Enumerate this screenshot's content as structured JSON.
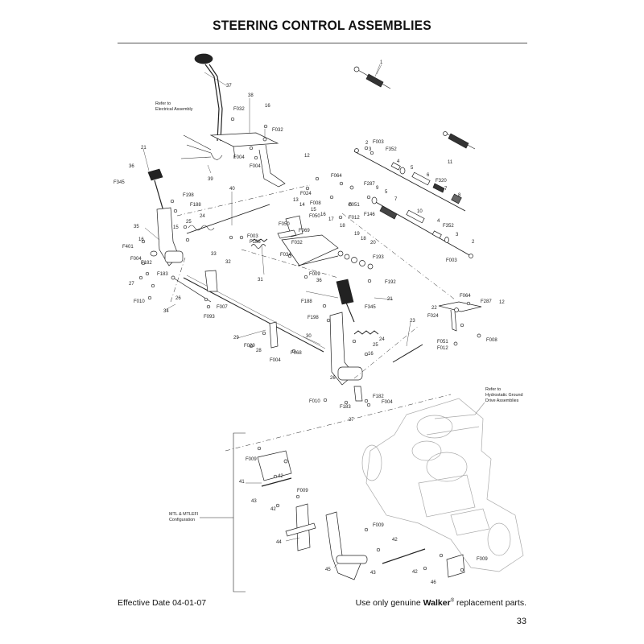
{
  "title": "STEERING CONTROL ASSEMBLIES",
  "footer": {
    "effective_date": "Effective Date 04-01-07",
    "tagline_prefix": "Use only genuine ",
    "tagline_brand": "Walker",
    "tagline_reg": "®",
    "tagline_suffix": " replacement parts.",
    "page_number": "33"
  },
  "notes": {
    "electrical_1": "Refer to",
    "electrical_2": "Electrical Assembly",
    "hydro_1": "Refer to",
    "hydro_2": "Hydrostatic Ground",
    "hydro_3": "Drive Assemblies",
    "mtl_1": "MTL & MTLEFI",
    "mtl_2": "Configuration"
  },
  "labels": {
    "p1": "1",
    "p2a": "2",
    "p3a": "3",
    "f003a": "F003",
    "f352a": "F352",
    "p4a": "4",
    "p5a": "5",
    "p6": "6",
    "p7a": "7",
    "p8": "8",
    "p11": "11",
    "f320": "F320",
    "p10": "10",
    "p4b": "4",
    "f352b": "F352",
    "p3b": "3",
    "p2b": "2",
    "f003b": "F003",
    "p9": "9",
    "p5b": "5",
    "p7b": "7",
    "f287a": "F287",
    "f146": "F146",
    "p37": "37",
    "p38": "38",
    "f032a": "F032",
    "p16a": "16",
    "f032b": "F032",
    "f004a": "F004",
    "f004b": "F004",
    "p39": "39",
    "p12a": "12",
    "f024a": "F024",
    "f064a": "F064",
    "f051": "F051",
    "f012a": "F012",
    "f008a": "F008",
    "p21a": "21",
    "p36a": "36",
    "f345a": "F345",
    "f198a": "F198",
    "f188a": "F188",
    "p40": "40",
    "p24a": "24",
    "p25a": "25",
    "p15a": "15",
    "p35": "35",
    "f401": "F401",
    "p16b": "16",
    "f004c": "F004",
    "f182a": "F182",
    "p27a": "27",
    "f183a": "F183",
    "p26a": "26",
    "f010a": "F010",
    "p34": "34",
    "f093": "F093",
    "f007": "F007",
    "p33": "33",
    "p32": "32",
    "f003c": "F003",
    "f186": "F186",
    "p31": "31",
    "f050": "F050",
    "p13": "13",
    "p14": "14",
    "p15b": "15",
    "f050b": "F050",
    "p16c": "16",
    "p17": "17",
    "f069": "F069",
    "p18a": "18",
    "p19": "19",
    "p18b": "18",
    "p20": "20",
    "f032c": "F032",
    "f034": "F034",
    "f193": "F193",
    "f009a": "F009",
    "f192": "F192",
    "p36b": "36",
    "p21b": "21",
    "f188b": "F188",
    "f198b": "F198",
    "f345b": "F345",
    "p24b": "24",
    "p25b": "25",
    "p16d": "16",
    "p23": "23",
    "p22": "22",
    "f064b": "F064",
    "f287b": "F287",
    "p12b": "12",
    "f024b": "F024",
    "f008b": "F008",
    "f051b": "F051",
    "f012b": "F012",
    "p29": "29",
    "p28": "28",
    "f029": "F029",
    "f004d": "F004",
    "f068": "F068",
    "p30": "30",
    "p26b": "26",
    "f010b": "F010",
    "f183b": "F183",
    "f182b": "F182",
    "f004e": "F004",
    "p27b": "27",
    "f009b": "F009",
    "p41": "41",
    "p42a": "42",
    "p43a": "43",
    "f009c": "F009",
    "p42b": "42",
    "p44": "44",
    "f009d": "F009",
    "p42c": "42",
    "p45": "45",
    "p43b": "43",
    "p42d": "42",
    "f009e": "F009",
    "p46": "46"
  }
}
